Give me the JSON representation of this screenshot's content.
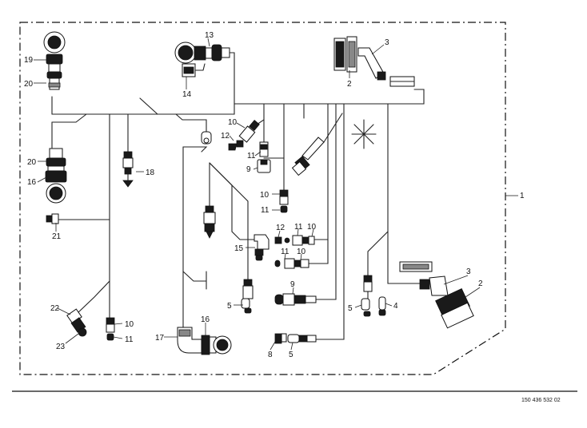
{
  "part_labels": {
    "l1": "1",
    "l2a": "2",
    "l2b": "2",
    "l3a": "3",
    "l3b": "3",
    "l4": "4",
    "l5a": "5",
    "l5b": "5",
    "l5c": "5",
    "l8": "8",
    "l9a": "9",
    "l9b": "9",
    "l10a": "10",
    "l10b": "10",
    "l10c": "10",
    "l10d": "10",
    "l10e": "10",
    "l11a": "11",
    "l11b": "11",
    "l11c": "11",
    "l11d": "11",
    "l11e": "11",
    "l12a": "12",
    "l12b": "12",
    "l13": "13",
    "l14": "14",
    "l15": "15",
    "l16a": "16",
    "l16b": "16",
    "l17": "17",
    "l18": "18",
    "l19": "19",
    "l20a": "20",
    "l20b": "20",
    "l21": "21",
    "l22": "22",
    "l23": "23"
  },
  "drawing_number": "150 436 532 02",
  "colors": {
    "line": "#222222",
    "fill": "#1a1a1a",
    "background": "#ffffff"
  }
}
